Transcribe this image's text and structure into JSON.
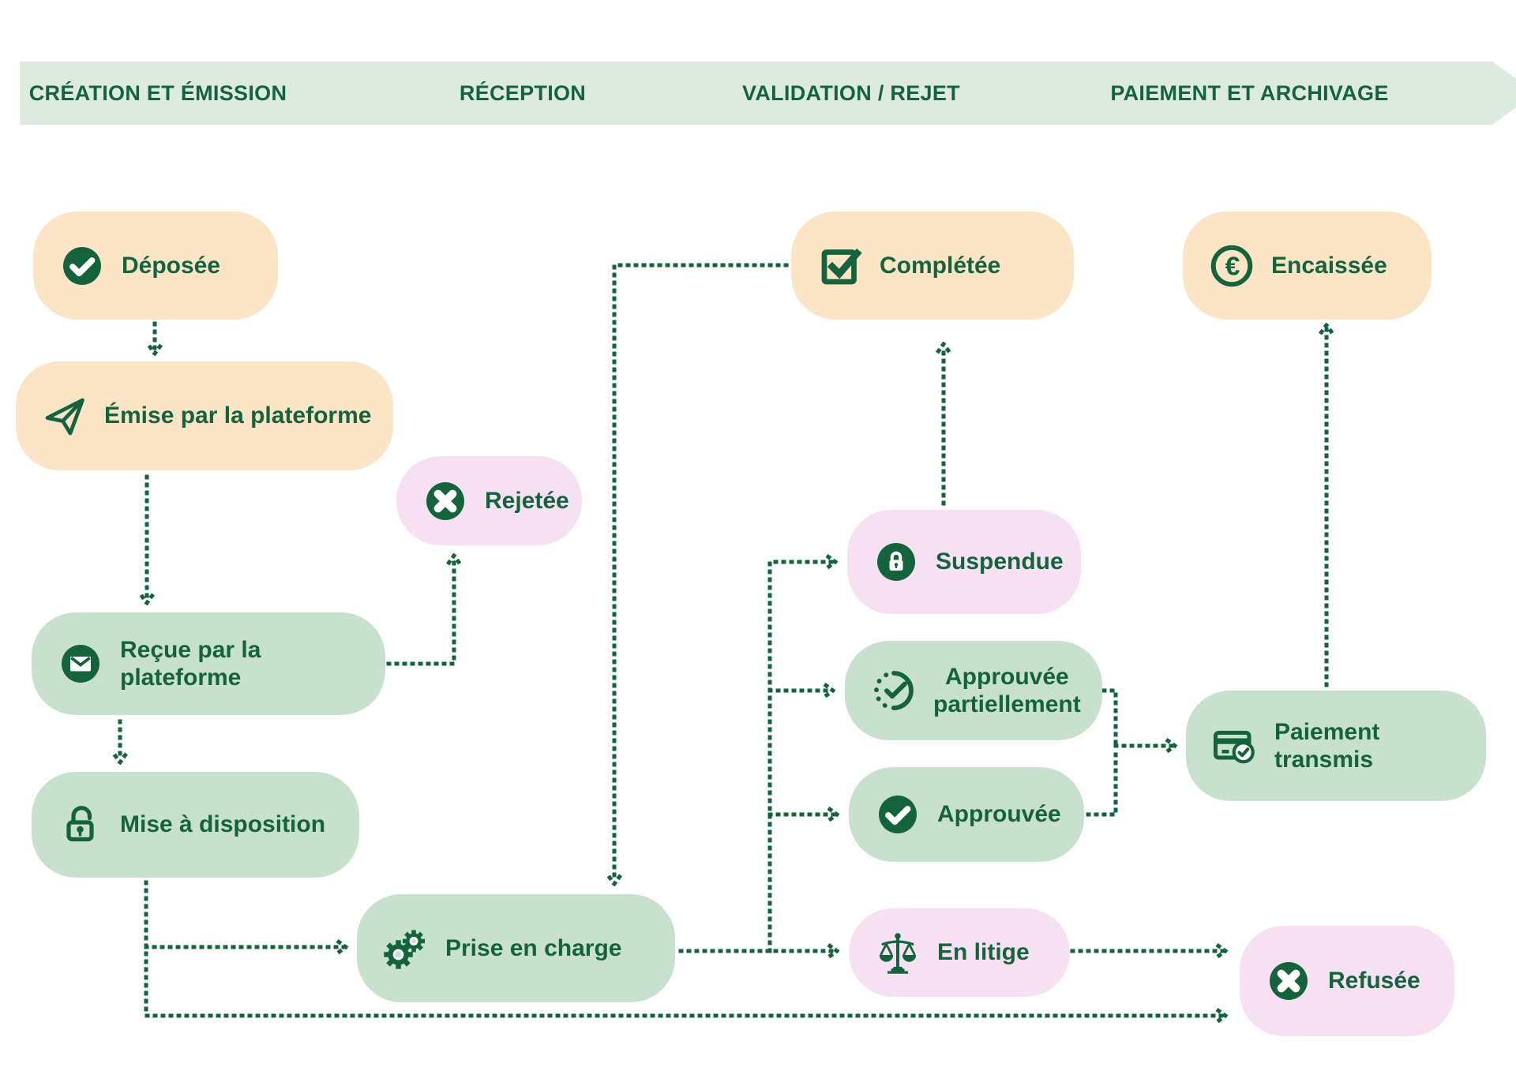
{
  "colors": {
    "accent_dark_green": "#15633C",
    "pill_peach": "#FCE4C7",
    "pill_green": "#C8E1CF",
    "pill_pink": "#F6E1F3",
    "banner_green": "#DDEADF"
  },
  "stages": [
    {
      "label": "CRÉATION ET ÉMISSION"
    },
    {
      "label": "RÉCEPTION"
    },
    {
      "label": "VALIDATION / REJET"
    },
    {
      "label": "PAIEMENT ET ARCHIVAGE"
    }
  ],
  "nodes": [
    {
      "id": "deposee",
      "label": "Déposée",
      "tone": "peach",
      "icon": "check-circle"
    },
    {
      "id": "emise",
      "label": "Émise par la plateforme",
      "tone": "peach",
      "icon": "paper-plane"
    },
    {
      "id": "rejetee",
      "label": "Rejetée",
      "tone": "pink",
      "icon": "x-circle"
    },
    {
      "id": "recue",
      "label": "Reçue par la plateforme",
      "tone": "green",
      "icon": "envelope-circle"
    },
    {
      "id": "mise",
      "label": "Mise à disposition",
      "tone": "green",
      "icon": "unlock"
    },
    {
      "id": "prise",
      "label": "Prise en charge",
      "tone": "green",
      "icon": "gears"
    },
    {
      "id": "completee",
      "label": "Complétée",
      "tone": "peach",
      "icon": "checkbox"
    },
    {
      "id": "suspendue",
      "label": "Suspendue",
      "tone": "pink",
      "icon": "lock-circle"
    },
    {
      "id": "approuvee-part",
      "label": "Approuvée\npartiellement",
      "tone": "green",
      "icon": "partial-check"
    },
    {
      "id": "approuvee",
      "label": "Approuvée",
      "tone": "green",
      "icon": "check-circle"
    },
    {
      "id": "en-litige",
      "label": "En litige",
      "tone": "pink",
      "icon": "scales"
    },
    {
      "id": "paiement",
      "label": "Paiement transmis",
      "tone": "green",
      "icon": "card-check"
    },
    {
      "id": "encaissee",
      "label": "Encaissée",
      "tone": "peach",
      "icon": "euro-circle"
    },
    {
      "id": "refusee",
      "label": "Refusée",
      "tone": "pink",
      "icon": "x-circle"
    }
  ],
  "edges": [
    {
      "from": "deposee",
      "to": "emise"
    },
    {
      "from": "emise",
      "to": "recue"
    },
    {
      "from": "recue",
      "to": "mise"
    },
    {
      "from": "recue",
      "to": "rejetee"
    },
    {
      "from": "mise",
      "to": "refusee"
    },
    {
      "from": "mise",
      "to": "prise"
    },
    {
      "from": "completee",
      "to": "prise"
    },
    {
      "from": "prise",
      "to": "en-litige"
    },
    {
      "from": "prise",
      "to": "suspendue"
    },
    {
      "from": "prise",
      "to": "approuvee-part"
    },
    {
      "from": "prise",
      "to": "approuvee"
    },
    {
      "from": "suspendue",
      "to": "completee"
    },
    {
      "from": "approuvee-part",
      "to": "paiement"
    },
    {
      "from": "approuvee",
      "to": "paiement"
    },
    {
      "from": "paiement",
      "to": "encaissee"
    },
    {
      "from": "en-litige",
      "to": "refusee"
    }
  ]
}
